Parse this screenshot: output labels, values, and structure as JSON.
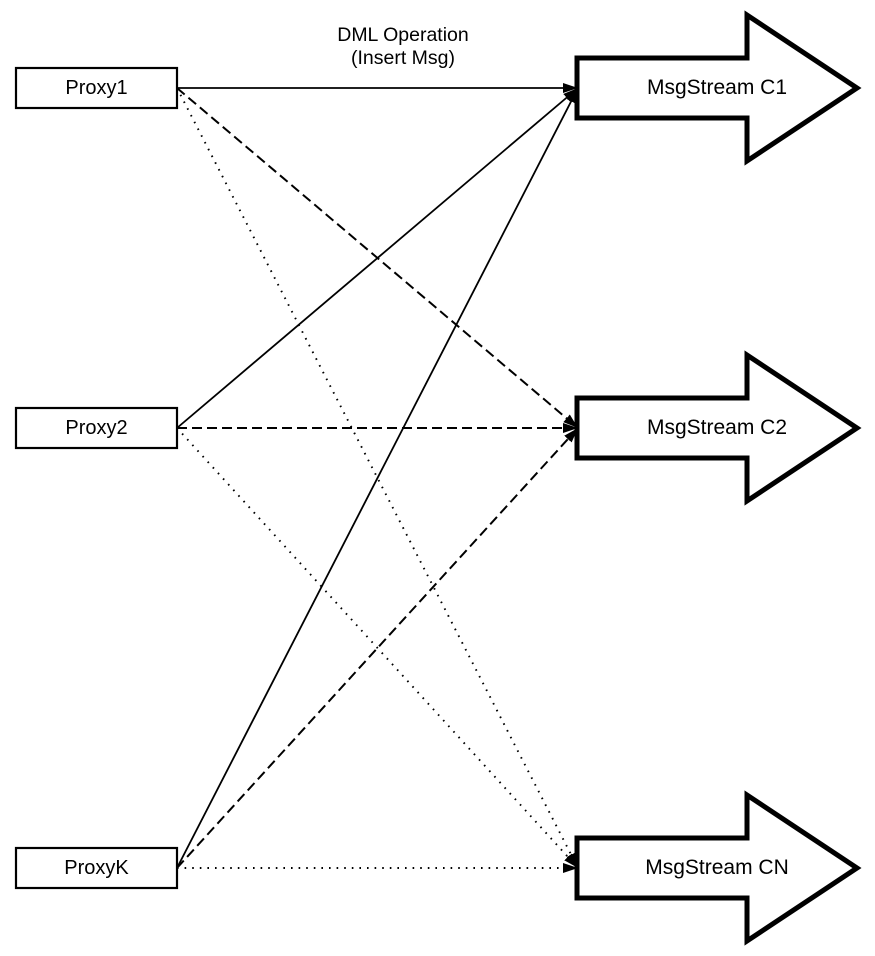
{
  "diagram": {
    "colors": {
      "background": "#ffffff",
      "line": "#000000",
      "shape_fill": "#ffffff"
    },
    "edge_label": {
      "line1": "DML Operation",
      "line2": "(Insert Msg)"
    },
    "proxies": [
      {
        "id": "proxy1",
        "label": "Proxy1"
      },
      {
        "id": "proxy2",
        "label": "Proxy2"
      },
      {
        "id": "proxyk",
        "label": "ProxyK"
      }
    ],
    "streams": [
      {
        "id": "c1",
        "label": "MsgStream C1"
      },
      {
        "id": "c2",
        "label": "MsgStream C2"
      },
      {
        "id": "cn",
        "label": "MsgStream CN"
      }
    ],
    "edges": [
      {
        "from": "proxy1",
        "to": "c1",
        "style": "solid",
        "labelled": true
      },
      {
        "from": "proxy1",
        "to": "c2",
        "style": "dashed"
      },
      {
        "from": "proxy1",
        "to": "cn",
        "style": "dotted"
      },
      {
        "from": "proxy2",
        "to": "c1",
        "style": "solid"
      },
      {
        "from": "proxy2",
        "to": "c2",
        "style": "dashed"
      },
      {
        "from": "proxy2",
        "to": "cn",
        "style": "dotted"
      },
      {
        "from": "proxyk",
        "to": "c1",
        "style": "solid"
      },
      {
        "from": "proxyk",
        "to": "c2",
        "style": "dashed"
      },
      {
        "from": "proxyk",
        "to": "cn",
        "style": "dotted"
      }
    ]
  }
}
